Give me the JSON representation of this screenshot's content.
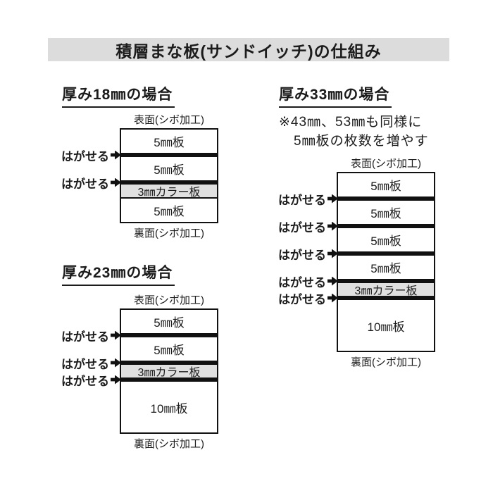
{
  "title_bar": {
    "text": "積層まな板(サンドイッチ)の仕組み",
    "bg": "#dcdcdc"
  },
  "labels": {
    "surface": "表面(シボ加工)",
    "back": "裏面(シボ加工)",
    "peel": "はがせる"
  },
  "colors": {
    "line": "#111111",
    "color_layer_bg": "#e0e0e0",
    "title_bg": "#dcdcdc",
    "text": "#1c1c1c"
  },
  "sections": [
    {
      "heading": "厚み18㎜の場合",
      "note_lines": [],
      "layers": [
        {
          "label": "5㎜板",
          "kind": "board",
          "mm": 5,
          "sep_above": "none"
        },
        {
          "label": "5㎜板",
          "kind": "board",
          "mm": 5,
          "sep_above": "peel"
        },
        {
          "label": "3㎜カラー板",
          "kind": "color",
          "mm": 3,
          "sep_above": "peel"
        },
        {
          "label": "5㎜板",
          "kind": "board",
          "mm": 5,
          "sep_above": "thin"
        }
      ]
    },
    {
      "heading": "厚み23㎜の場合",
      "note_lines": [],
      "layers": [
        {
          "label": "5㎜板",
          "kind": "board",
          "mm": 5,
          "sep_above": "none"
        },
        {
          "label": "5㎜板",
          "kind": "board",
          "mm": 5,
          "sep_above": "peel"
        },
        {
          "label": "3㎜カラー板",
          "kind": "color",
          "mm": 3,
          "sep_above": "peel"
        },
        {
          "label": "10㎜板",
          "kind": "board10",
          "mm": 10,
          "sep_above": "peel"
        }
      ]
    },
    {
      "heading": "厚み33㎜の場合",
      "note_lines": [
        "※43㎜、53㎜も同様に",
        "5㎜板の枚数を増やす"
      ],
      "layers": [
        {
          "label": "5㎜板",
          "kind": "board",
          "mm": 5,
          "sep_above": "none"
        },
        {
          "label": "5㎜板",
          "kind": "board",
          "mm": 5,
          "sep_above": "peel"
        },
        {
          "label": "5㎜板",
          "kind": "board",
          "mm": 5,
          "sep_above": "peel"
        },
        {
          "label": "5㎜板",
          "kind": "board",
          "mm": 5,
          "sep_above": "peel"
        },
        {
          "label": "3㎜カラー板",
          "kind": "color",
          "mm": 3,
          "sep_above": "peel"
        },
        {
          "label": "10㎜板",
          "kind": "board10",
          "mm": 10,
          "sep_above": "peel"
        }
      ]
    }
  ]
}
